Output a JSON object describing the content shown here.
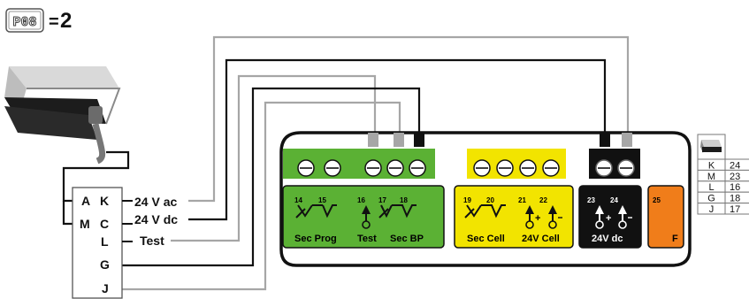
{
  "param": {
    "code": "P08",
    "equals": "=",
    "value": "2"
  },
  "sensor_terminals": {
    "col1": [
      "A",
      "M"
    ],
    "col2": [
      "K",
      "C",
      "L",
      "G",
      "J"
    ]
  },
  "wire_labels": {
    "k": "24 V ac",
    "c": "24 V dc",
    "l": "Test"
  },
  "board": {
    "blocks": [
      {
        "name": "Sec Prog",
        "pins": [
          "14",
          "15"
        ],
        "color": "#5bb134"
      },
      {
        "name": "Test",
        "pins": [
          "16"
        ],
        "color": "#5bb134"
      },
      {
        "name": "Sec BP",
        "pins": [
          "17",
          "18"
        ],
        "color": "#5bb134"
      },
      {
        "name": "Sec Cell",
        "pins": [
          "19",
          "20"
        ],
        "color": "#f2e400"
      },
      {
        "name": "24V Cell",
        "pins": [
          "21",
          "22"
        ],
        "color": "#f2e400"
      },
      {
        "name": "24V dc",
        "pins": [
          "23",
          "24"
        ],
        "color": "#111111"
      },
      {
        "name": "F",
        "pins": [
          "25"
        ],
        "color": "#f07d1a"
      }
    ]
  },
  "legend_table": {
    "rows": [
      {
        "letter": "K",
        "value": "24"
      },
      {
        "letter": "M",
        "value": "23"
      },
      {
        "letter": "L",
        "value": "16"
      },
      {
        "letter": "G",
        "value": "18"
      },
      {
        "letter": "J",
        "value": "17"
      }
    ]
  },
  "colors": {
    "green": "#5bb134",
    "yellow": "#f2e400",
    "black": "#111111",
    "orange": "#f07d1a",
    "wire": "#111111",
    "wire_gray": "#a6a6a6"
  }
}
